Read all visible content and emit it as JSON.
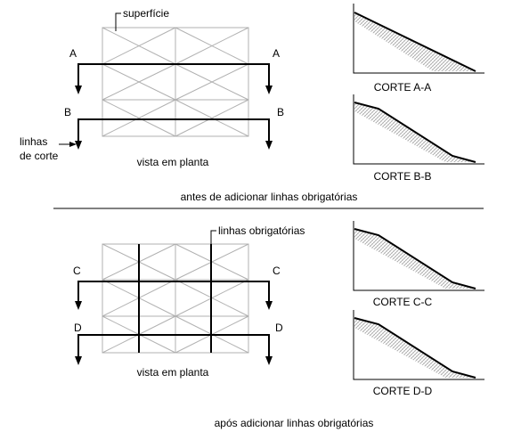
{
  "top": {
    "surface_label": "superfície",
    "cut_line_label_line1": "linhas",
    "cut_line_label_line2": "de corte",
    "plan_caption": "vista em planta",
    "cut_a_left": "A",
    "cut_a_right": "A",
    "cut_b_left": "B",
    "cut_b_right": "B",
    "section_a_caption": "CORTE A-A",
    "section_b_caption": "CORTE B-B",
    "caption": "antes de adicionar linhas obrigatórias"
  },
  "bottom": {
    "breakline_label": "linhas obrigatórias",
    "plan_caption": "vista em planta",
    "cut_c_left": "C",
    "cut_c_right": "C",
    "cut_d_left": "D",
    "cut_d_right": "D",
    "section_c_caption": "CORTE C-C",
    "section_d_caption": "CORTE D-D",
    "caption": "após adicionar linhas obrigatórias"
  },
  "colors": {
    "grid": "#b0b0b0",
    "ink": "#000000",
    "hatch": "#9a9a9a"
  }
}
